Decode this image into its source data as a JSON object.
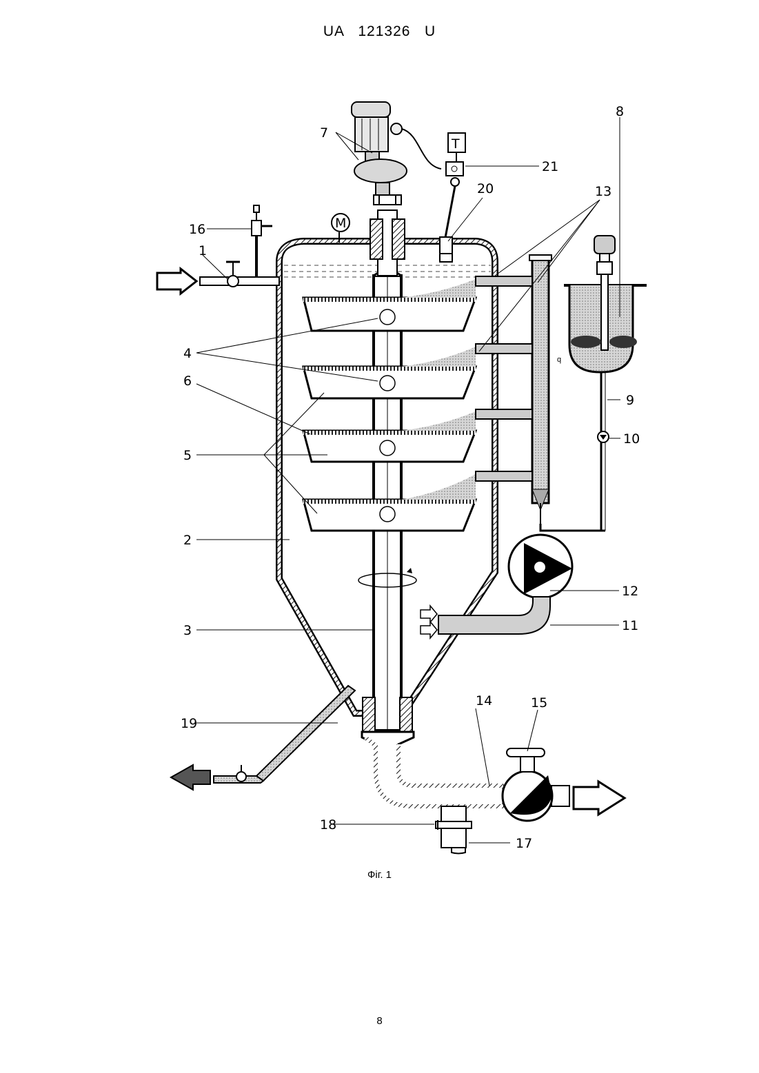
{
  "header": {
    "text": "UA   121326   U"
  },
  "figure": {
    "caption": "Фіг. 1",
    "labels": {
      "n1": "1",
      "n2": "2",
      "n3": "3",
      "n4": "4",
      "n5": "5",
      "n6": "6",
      "n7": "7",
      "n8": "8",
      "n9": "9",
      "n10": "10",
      "n11": "11",
      "n12": "12",
      "n13": "13",
      "n14": "14",
      "n15": "15",
      "n16": "16",
      "n17": "17",
      "n18": "18",
      "n19": "19",
      "n20": "20",
      "n21": "21",
      "motor": "M",
      "thermo": "T"
    }
  },
  "footer": {
    "page_number": "8"
  }
}
